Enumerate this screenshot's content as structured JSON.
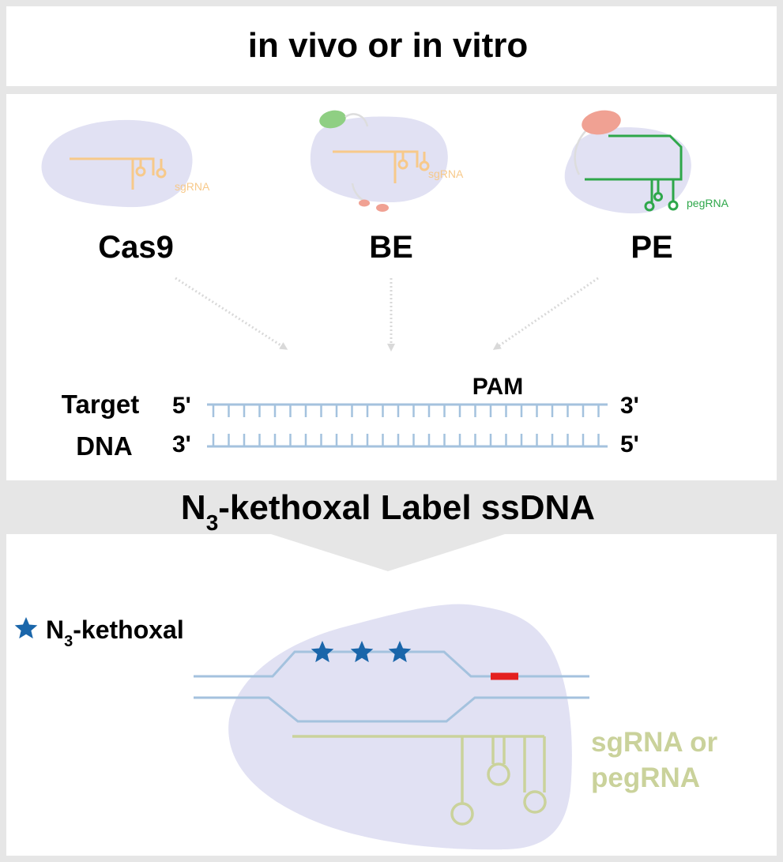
{
  "header": {
    "title": "in vivo or in vitro"
  },
  "editors": [
    {
      "name": "Cas9",
      "rna_label": "sgRNA"
    },
    {
      "name": "BE",
      "rna_label": "sgRNA"
    },
    {
      "name": "PE",
      "rna_label": "pegRNA"
    }
  ],
  "dna": {
    "label_line1": "Target",
    "label_line2": "DNA",
    "top_left_end": "5'",
    "top_right_end": "3'",
    "bottom_left_end": "3'",
    "bottom_right_end": "5'",
    "pam_label": "PAM"
  },
  "banner": {
    "prefix": "N",
    "subscript": "3",
    "suffix": "-kethoxal Label ssDNA"
  },
  "legend": {
    "prefix": "N",
    "subscript": "3",
    "suffix": "-kethoxal"
  },
  "guide_label": {
    "line1": "sgRNA or",
    "line2": "pegRNA"
  },
  "colors": {
    "protein": "#e1e1f3",
    "sgrna": "#f7c98a",
    "pegrna": "#2ea74a",
    "deaminase": "#8fcf83",
    "rt": "#f0a193",
    "dna": "#a4c2de",
    "pam": "#e4201f",
    "star": "#1a66aa",
    "guide_bottom": "#cad29b"
  }
}
